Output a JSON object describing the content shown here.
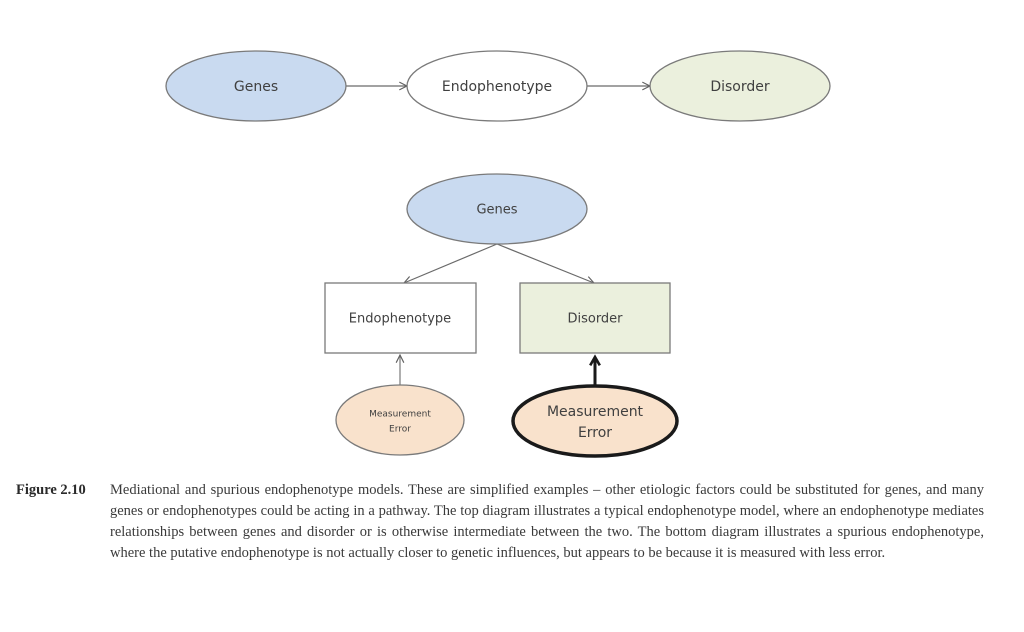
{
  "top_diagram": {
    "nodes": [
      {
        "id": "genes",
        "label": "Genes",
        "fill": "#c9daf0"
      },
      {
        "id": "endophenotype",
        "label": "Endophenotype",
        "fill": "#ffffff"
      },
      {
        "id": "disorder",
        "label": "Disorder",
        "fill": "#ebf0dd"
      }
    ],
    "edges": [
      {
        "from": "genes",
        "to": "endophenotype"
      },
      {
        "from": "endophenotype",
        "to": "disorder"
      }
    ]
  },
  "bottom_diagram": {
    "nodes": [
      {
        "id": "genes",
        "label": "Genes",
        "fill": "#c9daf0"
      },
      {
        "id": "endophenotype",
        "label": "Endophenotype",
        "fill": "#ffffff"
      },
      {
        "id": "disorder",
        "label": "Disorder",
        "fill": "#ebf0dd"
      },
      {
        "id": "measurement-error-small",
        "label_line1": "Measurement",
        "label_line2": "Error",
        "fill": "#f9e2cc"
      },
      {
        "id": "measurement-error-large",
        "label_line1": "Measurement",
        "label_line2": "Error",
        "fill": "#f9e2cc"
      }
    ],
    "edges": [
      {
        "from": "genes",
        "to": "endophenotype"
      },
      {
        "from": "genes",
        "to": "disorder"
      },
      {
        "from": "measurement-error-small",
        "to": "endophenotype",
        "weight": "thin"
      },
      {
        "from": "measurement-error-large",
        "to": "disorder",
        "weight": "bold"
      }
    ]
  },
  "caption": {
    "label": "Figure 2.10",
    "text": "Mediational and spurious endophenotype models. These are simplified examples – other etiologic factors could be substituted for genes, and many genes or endophenotypes could be acting in a pathway. The top diagram illustrates a typical endophenotype model, where an endophenotype mediates relationships between genes and disorder or is otherwise intermediate between the two. The bottom diagram illustrates a spurious endophenotype, where the putative endophenotype is not actually closer to genetic influences, but appears to be because it is measured with less error."
  }
}
